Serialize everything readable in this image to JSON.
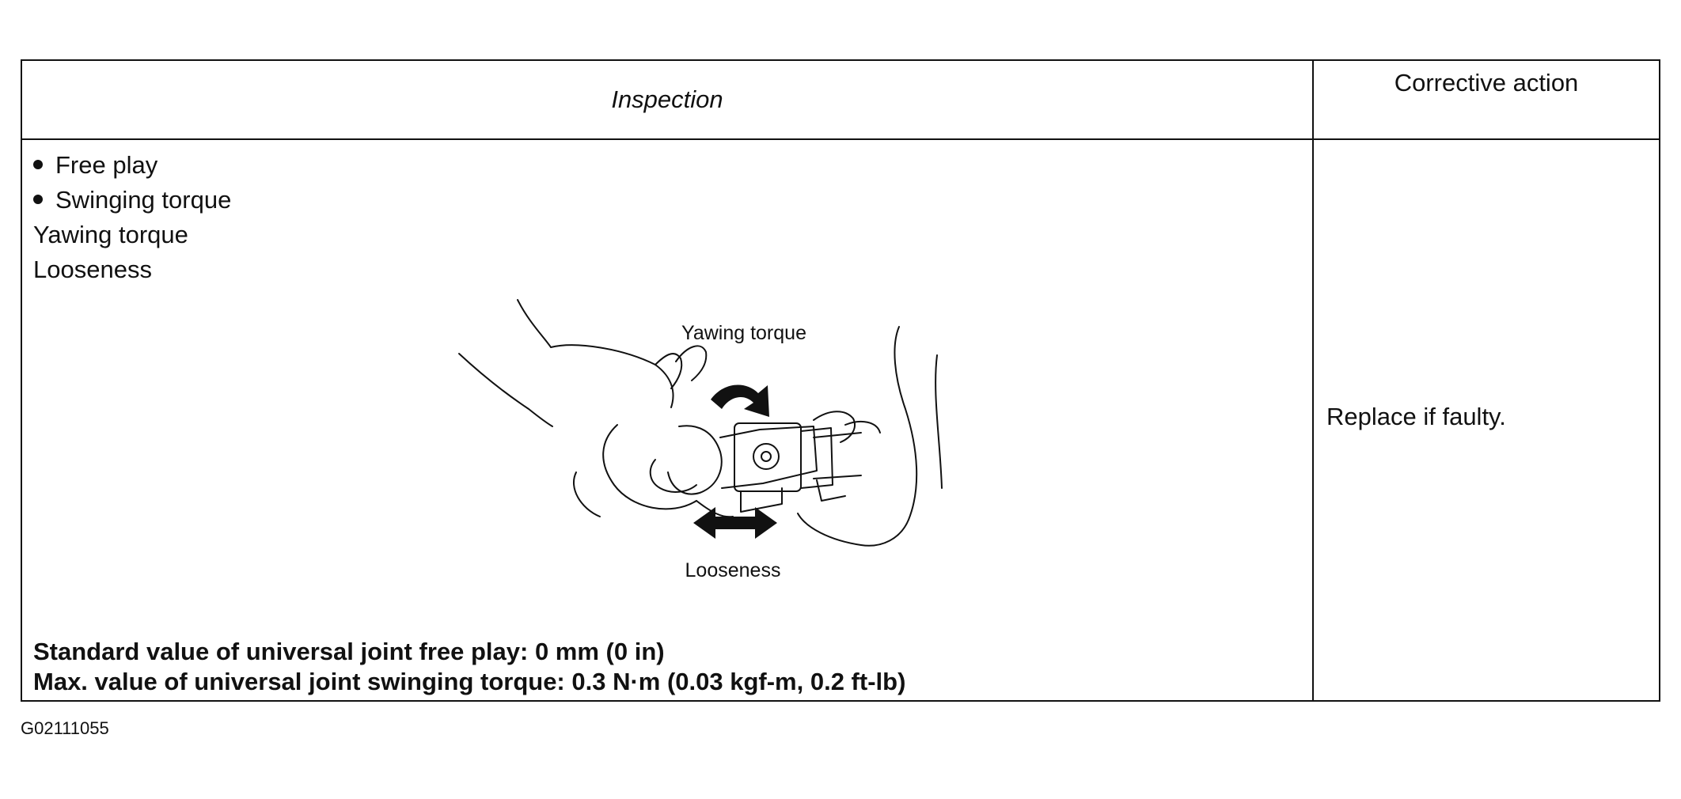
{
  "table": {
    "header_inspection": "Inspection",
    "header_corrective_action": "Corrective action",
    "inspection_items": [
      {
        "text": "Free play",
        "bullet": true
      },
      {
        "text": "Swinging torque",
        "bullet": true
      },
      {
        "text": "Yawing torque",
        "bullet": false
      },
      {
        "text": "Looseness",
        "bullet": false
      }
    ],
    "illustration": {
      "label_top": "Yawing torque",
      "label_bottom": "Looseness"
    },
    "spec_free_play": "Standard value of universal joint free play: 0 mm (0 in)",
    "spec_swinging_torque": "Max. value of universal joint swinging torque: 0.3 N·m (0.03 kgf-m, 0.2 ft-lb)",
    "corrective_action": "Replace if faulty."
  },
  "figure_code": "G02111055"
}
